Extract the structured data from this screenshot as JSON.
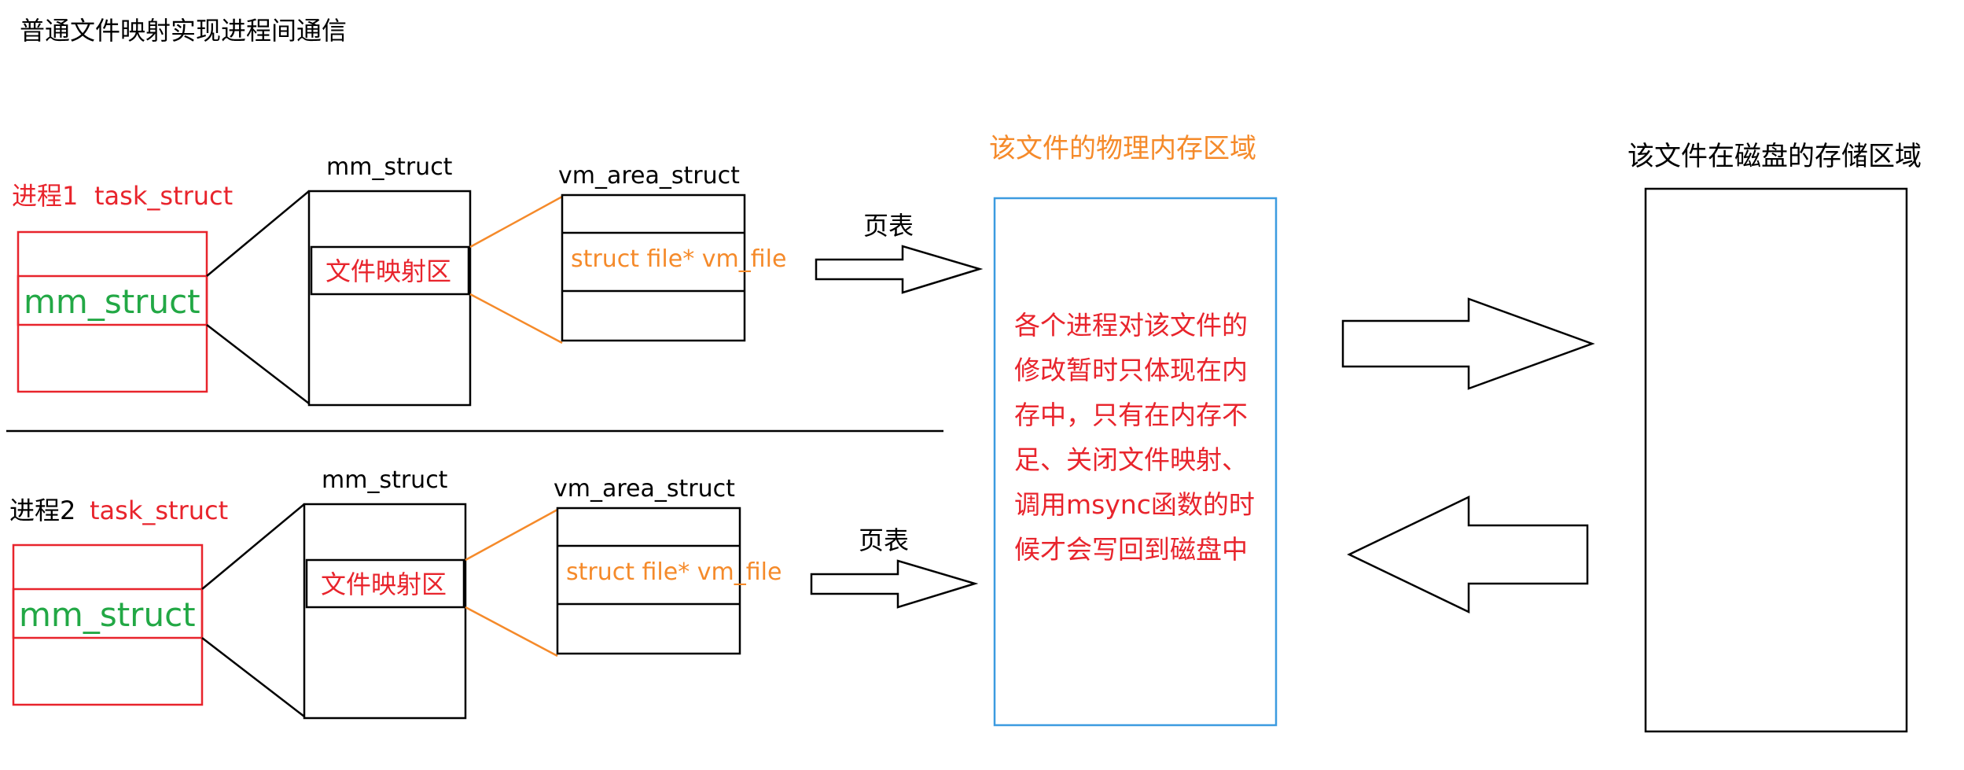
{
  "title": "普通文件映射实现进程间通信",
  "colors": {
    "black": "#000000",
    "red": "#e8242c",
    "green": "#22a845",
    "orange": "#f58a2a",
    "blue": "#3c9be0"
  },
  "process1": {
    "name": "进程1",
    "task_struct": "task_struct",
    "mm_struct_field": "mm_struct",
    "mm_struct_label": "mm_struct",
    "mapping_region": "文件映射区",
    "vm_area_label": "vm_area_struct",
    "vm_file_field": "struct file* vm_file",
    "page_table": "页表"
  },
  "process2": {
    "name": "进程2",
    "task_struct": "task_struct",
    "mm_struct_field": "mm_struct",
    "mm_struct_label": "mm_struct",
    "mapping_region": "文件映射区",
    "vm_area_label": "vm_area_struct",
    "vm_file_field": "struct file* vm_file",
    "page_table": "页表"
  },
  "physical_memory": {
    "label": "该文件的物理内存区域",
    "note_lines": [
      "各个进程对该文件的",
      "修改暂时只体现在内",
      "存中，只有在内存不",
      "足、关闭文件映射、",
      "调用msync函数的时",
      "候才会写回到磁盘中"
    ]
  },
  "disk": {
    "label": "该文件在磁盘的存储区域"
  },
  "icons": {
    "arrow_right": "hollow-arrow-right-icon",
    "arrow_left": "hollow-arrow-left-icon"
  }
}
